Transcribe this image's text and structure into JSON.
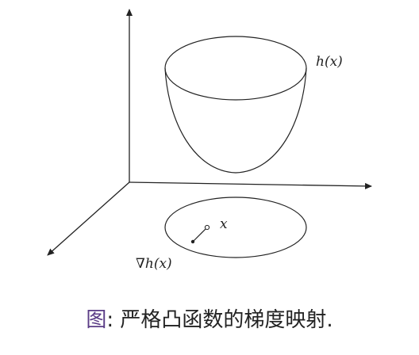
{
  "labels": {
    "surface": "h(x)",
    "point": "x",
    "gradient": "∇h(x)"
  },
  "caption": {
    "prefix": "图",
    "text": ": 严格凸函数的梯度映射."
  },
  "colors": {
    "stroke": "#222222",
    "caption_prefix": "#5a3c86",
    "background": "#ffffff"
  }
}
